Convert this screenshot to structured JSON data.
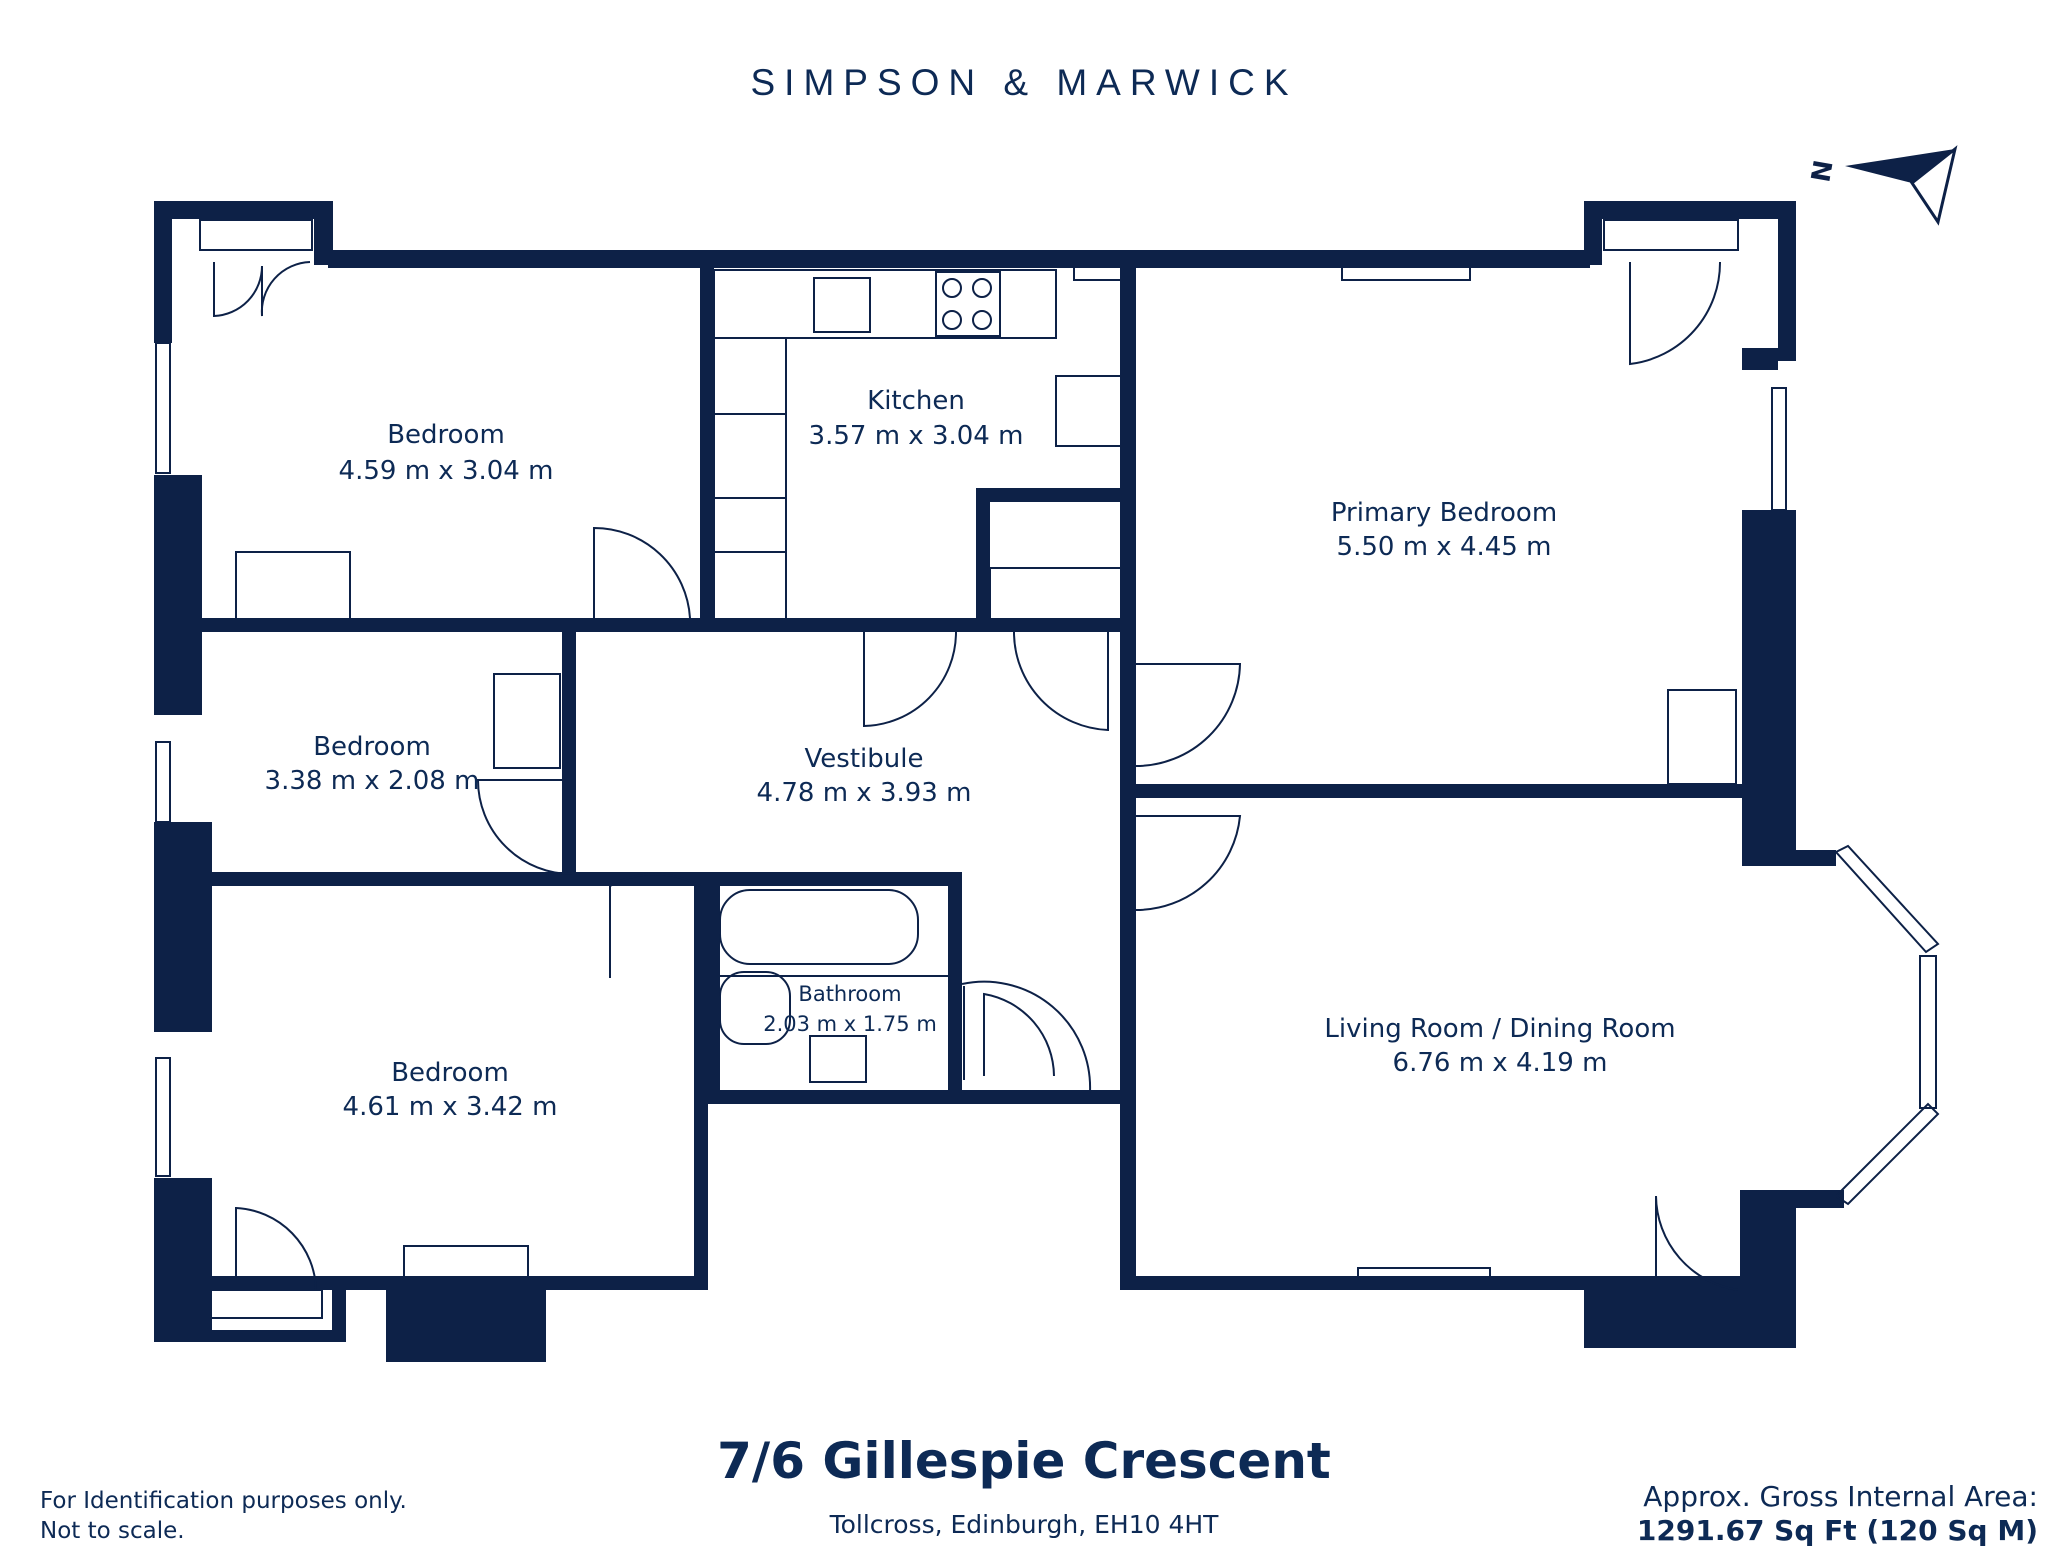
{
  "brand": "SIMPSON & MARWICK",
  "compass": {
    "icon": "north-arrow-icon",
    "label": "N"
  },
  "rooms": [
    {
      "id": "bedroom-1",
      "name": "Bedroom",
      "dims": "4.59 m x 3.04 m"
    },
    {
      "id": "kitchen",
      "name": "Kitchen",
      "dims": "3.57 m x 3.04 m"
    },
    {
      "id": "primary-bedroom",
      "name": "Primary Bedroom",
      "dims": "5.50 m x 4.45 m"
    },
    {
      "id": "bedroom-2",
      "name": "Bedroom",
      "dims": "3.38 m x 2.08 m"
    },
    {
      "id": "vestibule",
      "name": "Vestibule",
      "dims": "4.78 m x 3.93 m"
    },
    {
      "id": "bathroom",
      "name": "Bathroom",
      "dims": "2.03 m x 1.75 m"
    },
    {
      "id": "bedroom-3",
      "name": "Bedroom",
      "dims": "4.61 m x 3.42 m"
    },
    {
      "id": "living-room",
      "name": "Living Room / Dining Room",
      "dims": "6.76 m x 4.19 m"
    }
  ],
  "address": {
    "title": "7/6 Gillespie Crescent",
    "subtitle": "Tollcross, Edinburgh, EH10 4HT"
  },
  "disclaimer": [
    "For Identification purposes only.",
    "Not to scale."
  ],
  "area": {
    "label": "Approx. Gross Internal Area:",
    "value": "1291.67 Sq Ft (120 Sq M)"
  },
  "colors": {
    "wall": "#0d2147",
    "text": "#0d2a55"
  }
}
